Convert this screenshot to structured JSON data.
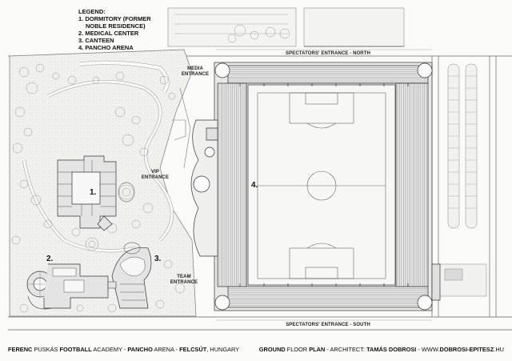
{
  "legend": {
    "title": "LEGEND:",
    "item1": "1. DORMITORY (FORMER",
    "item1b": "NOBLE RESIDENCE)",
    "item2": "2. MEDICAL CENTER",
    "item3": "3. CANTEEN",
    "item4": "4. PANCHO ARENA"
  },
  "labels": {
    "media": "MEDIA",
    "media_b": "ENTRANCE",
    "vip": "VIP",
    "vip_b": "ENTRANCE",
    "team": "TEAM",
    "team_b": "ENTRANCE",
    "north": "SPECTATORS' ENTRANCE - NORTH",
    "south": "SPECTATORS' ENTRANCE - SOUTH"
  },
  "numbers": {
    "n1": "1.",
    "n2": "2.",
    "n3": "3.",
    "n4": "4."
  },
  "footer": {
    "l1": "FERENC",
    "l2": " PUSKÁS ",
    "l3": "FOOTBALL",
    "l4": " ACADEMY - ",
    "l5": "PANCHO",
    "l6": " ARENA - ",
    "l7": "FELCSÚT",
    "l8": ", HUNGARY",
    "r1": "GROUND",
    "r2": " FLOOR ",
    "r3": "PLAN",
    "r4": " - ARCHITECT: ",
    "r5": "TAMÁS DOBROSI",
    "r6": " - WWW.",
    "r7": "DOBROSI-EPITESZ",
    "r8": ".HU"
  }
}
